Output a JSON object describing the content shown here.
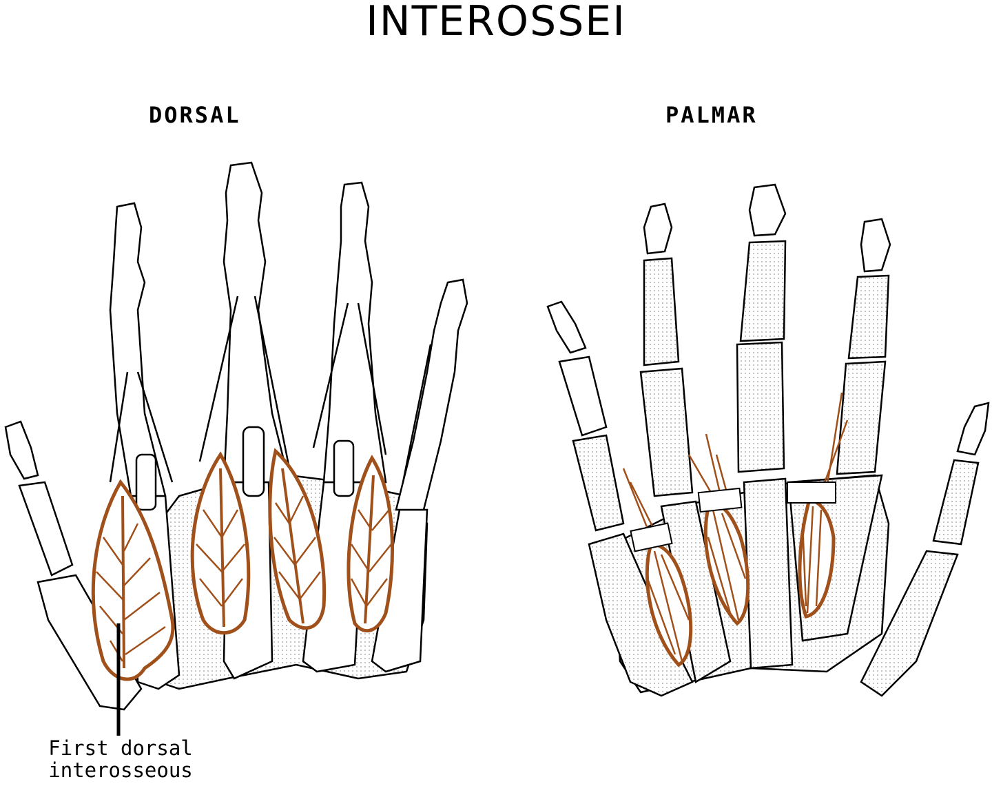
{
  "title": "INTEROSSEI",
  "views": {
    "dorsal": {
      "label": "DORSAL"
    },
    "palmar": {
      "label": "PALMAR"
    }
  },
  "callout": {
    "line1": "First dorsal",
    "line2": "interosseous"
  },
  "colors": {
    "muscle": "#a0501a",
    "outline": "#000000",
    "background": "#ffffff"
  }
}
